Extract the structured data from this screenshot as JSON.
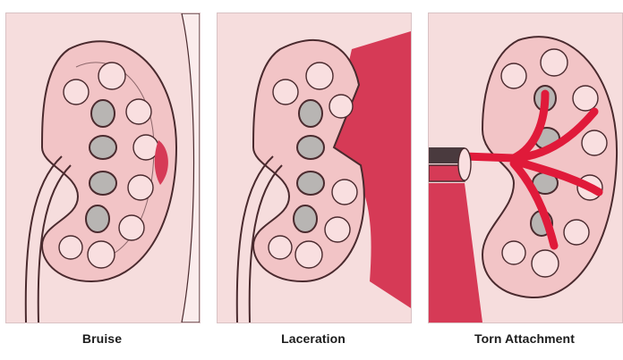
{
  "panels": [
    {
      "id": "bruise",
      "caption": "Bruise"
    },
    {
      "id": "laceration",
      "caption": "Laceration"
    },
    {
      "id": "torn-attachment",
      "caption": "Torn Attachment"
    }
  ],
  "colors": {
    "background": "#f6dddd",
    "tissue": "#f2c4c6",
    "tissue_light": "#f9dfe0",
    "outline": "#4a2a2e",
    "injury": "#d63a56",
    "vessel": "#e01a3a",
    "calyx_fill": "#b8b5b3"
  },
  "icons": [
    "kidney-illustration",
    "bruise-mark",
    "laceration-wedge",
    "torn-vessel"
  ]
}
